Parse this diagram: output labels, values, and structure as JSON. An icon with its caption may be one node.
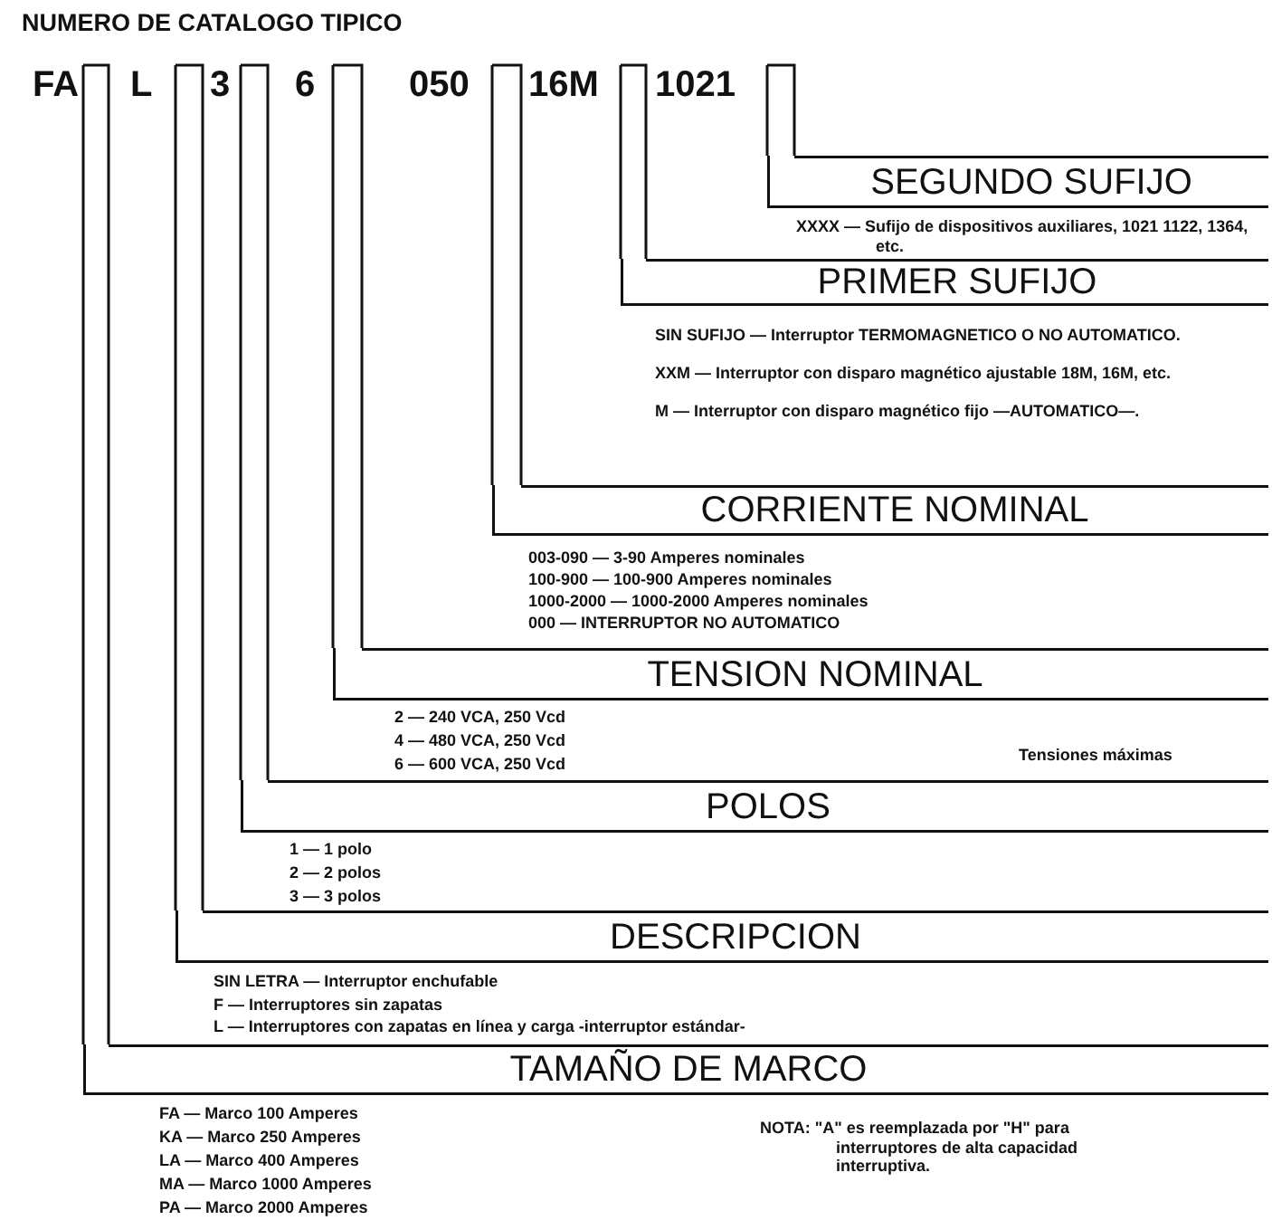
{
  "diagram": {
    "title": "NUMERO DE CATALOGO TIPICO",
    "nodes": [
      {
        "text": [
          "FA"
        ]
      },
      {
        "text": [
          "L"
        ]
      },
      {
        "text": [
          "3"
        ]
      },
      {
        "text": [
          "6"
        ]
      },
      {
        "text": [
          "050"
        ]
      },
      {
        "text": [
          "16M"
        ]
      },
      {
        "text": [
          "1021"
        ]
      },
      {
        "text": [
          "SEGUNDO SUFIJO"
        ],
        "beside": [
          "XXXX — Sufijo de dispositivos auxiliares, 1021 1122, 1364, etc."
        ]
      },
      {
        "text": [
          "PRIMER SUFIJO"
        ],
        "beside": [
          "SIN SUFIJO — Interruptor TERMOMAGNETICO O NO AUTOMATICO.",
          "XXM — Interruptor con disparo magnético ajustable 18M, 16M, etc.",
          "M — Interruptor con disparo magnético fijo —AUTOMATICO—."
        ]
      },
      {
        "text": [
          "CORRIENTE NOMINAL"
        ],
        "beside": [
          "003-090 — 3-90 Amperes nominales",
          "100-900 — 100-900 Amperes nominales",
          "1000-2000 — 1000-2000 Amperes nominales",
          "000 — INTERRUPTOR NO AUTOMATICO"
        ]
      },
      {
        "text": [
          "TENSION NOMINAL"
        ],
        "beside": [
          "2 — 240 VCA, 250 Vcd",
          "4 — 480 VCA, 250 Vcd",
          "6 — 600 VCA, 250 Vcd"
        ]
      },
      {
        "text": [
          "POLOS"
        ],
        "beside": [
          "1 — 1 polo",
          "2 — 2 polos",
          "3 — 3 polos"
        ]
      },
      {
        "text": [
          "DESCRIPCION"
        ],
        "beside": [
          "SIN LETRA — Interruptor enchufable",
          "F — Interruptores sin zapatas",
          "L — Interruptores con zapatas en línea y carga -interruptor estándar-"
        ]
      },
      {
        "text": [
          "TAMAÑO DE MARCO"
        ],
        "beside": [
          "FA — Marco 100 Amperes",
          "KA — Marco 250 Amperes",
          "LA — Marco 400 Amperes",
          "MA — Marco 1000 Amperes",
          "PA — Marco 2000 Amperes"
        ]
      }
    ],
    "edges": [
      {
        "from": 6,
        "to": 7,
        "arrow": "none"
      },
      {
        "from": 5,
        "to": 8,
        "arrow": "none"
      },
      {
        "from": 4,
        "to": 9,
        "arrow": "none"
      },
      {
        "from": 3,
        "to": 10,
        "arrow": "none"
      },
      {
        "from": 2,
        "to": 11,
        "arrow": "none"
      },
      {
        "from": 1,
        "to": 12,
        "arrow": "none"
      },
      {
        "from": 0,
        "to": 13,
        "arrow": "none"
      }
    ],
    "labels": [
      "Tensiones máximas",
      "NOTA: \"A\" es reemplazada por \"H\" para interruptores de alta capacidad interruptiva."
    ]
  }
}
